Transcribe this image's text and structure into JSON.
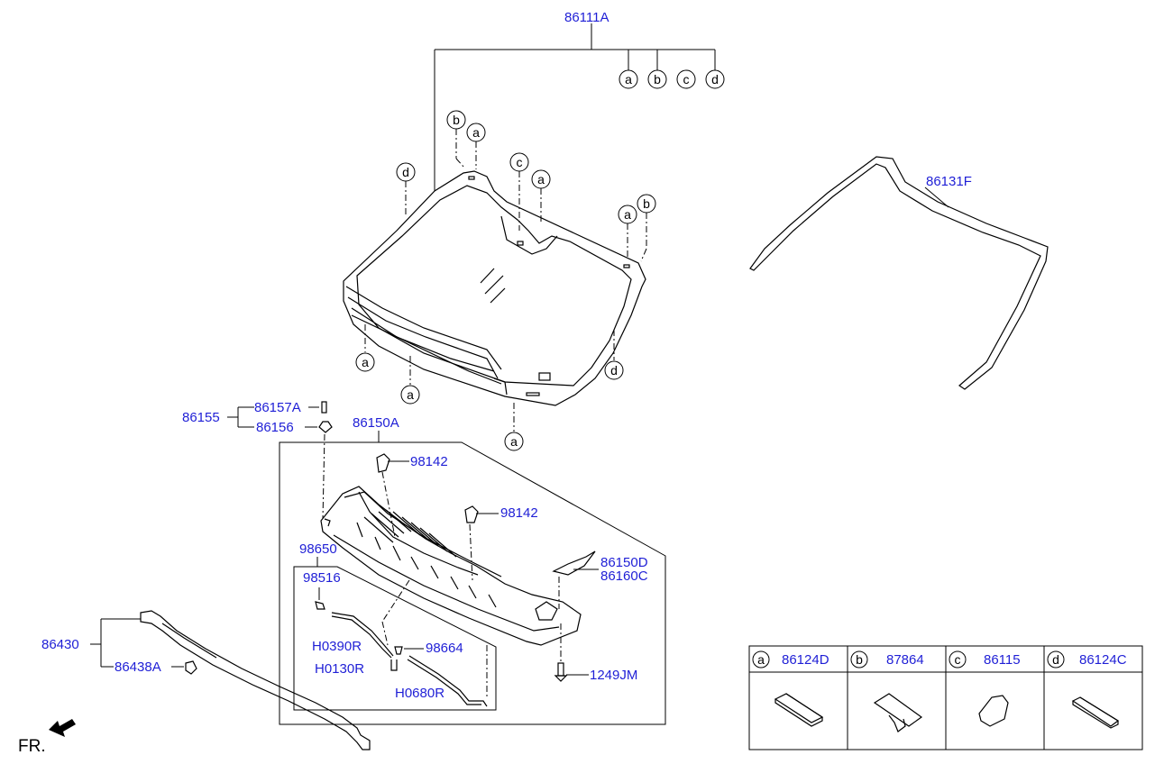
{
  "labels": {
    "p86111A": "86111A",
    "p86131F": "86131F",
    "p86155": "86155",
    "p86157A": "86157A",
    "p86156": "86156",
    "p86150A": "86150A",
    "p98142a": "98142",
    "p98142b": "98142",
    "p86150D": "86150D",
    "p86160C": "86160C",
    "p98650": "98650",
    "p98516": "98516",
    "pH0390R": "H0390R",
    "p98664": "98664",
    "pH0130R": "H0130R",
    "pH0680R": "H0680R",
    "p1249JM": "1249JM",
    "p86430": "86430",
    "p86438A": "86438A"
  },
  "callouts": {
    "a": "a",
    "b": "b",
    "c": "c",
    "d": "d"
  },
  "direction": "FR.",
  "legend": [
    {
      "key": "a",
      "part": "86124D"
    },
    {
      "key": "b",
      "part": "87864"
    },
    {
      "key": "c",
      "part": "86115"
    },
    {
      "key": "d",
      "part": "86124C"
    }
  ]
}
